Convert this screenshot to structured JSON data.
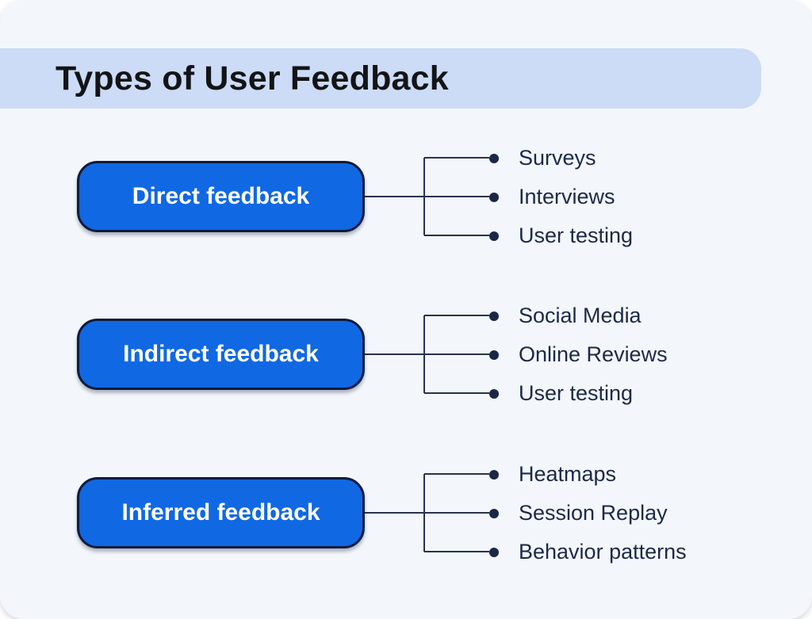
{
  "header": {
    "title": "Types of User Feedback"
  },
  "colors": {
    "page_background": "#f3f6fb",
    "title_band": "#ccdcf6",
    "title_text": "#131417",
    "button_fill": "#1168e3",
    "button_border": "#0e1b3d",
    "button_text": "#ffffff",
    "connector_line": "#27324e",
    "item_text": "#1c2947"
  },
  "groups": [
    {
      "label": "Direct feedback",
      "items": [
        "Surveys",
        "Interviews",
        "User testing"
      ]
    },
    {
      "label": "Indirect feedback",
      "items": [
        "Social Media",
        "Online Reviews",
        "User testing"
      ]
    },
    {
      "label": "Inferred feedback",
      "items": [
        "Heatmaps",
        "Session Replay",
        "Behavior patterns"
      ]
    }
  ]
}
